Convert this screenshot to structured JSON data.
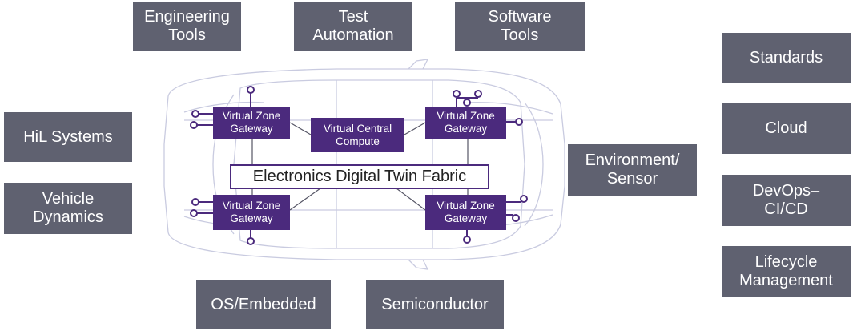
{
  "tools": [
    {
      "id": "engineering",
      "label": "Engineering\nTools"
    },
    {
      "id": "test",
      "label": "Test\nAutomation"
    },
    {
      "id": "software",
      "label": "Software\nTools"
    },
    {
      "id": "hil",
      "label": "HiL Systems"
    },
    {
      "id": "vehicle",
      "label": "Vehicle\nDynamics"
    },
    {
      "id": "os",
      "label": "OS/Embedded"
    },
    {
      "id": "semi",
      "label": "Semiconductor"
    },
    {
      "id": "env",
      "label": "Environment/\nSensor"
    },
    {
      "id": "standards",
      "label": "Standards"
    },
    {
      "id": "cloud",
      "label": "Cloud"
    },
    {
      "id": "devops",
      "label": "DevOps–\nCI/CD"
    },
    {
      "id": "lifecycle",
      "label": "Lifecycle\nManagement"
    }
  ],
  "car": {
    "zone_tl": "Virtual Zone\nGateway",
    "zone_tr": "Virtual Zone\nGateway",
    "zone_bl": "Virtual Zone\nGateway",
    "zone_br": "Virtual Zone\nGateway",
    "central": "Virtual Central\nCompute",
    "fabric": "Electronics Digital Twin Fabric"
  },
  "colors": {
    "box": "#5f6170",
    "accent": "#4b2a7d",
    "car_line": "#c9cbe0"
  }
}
